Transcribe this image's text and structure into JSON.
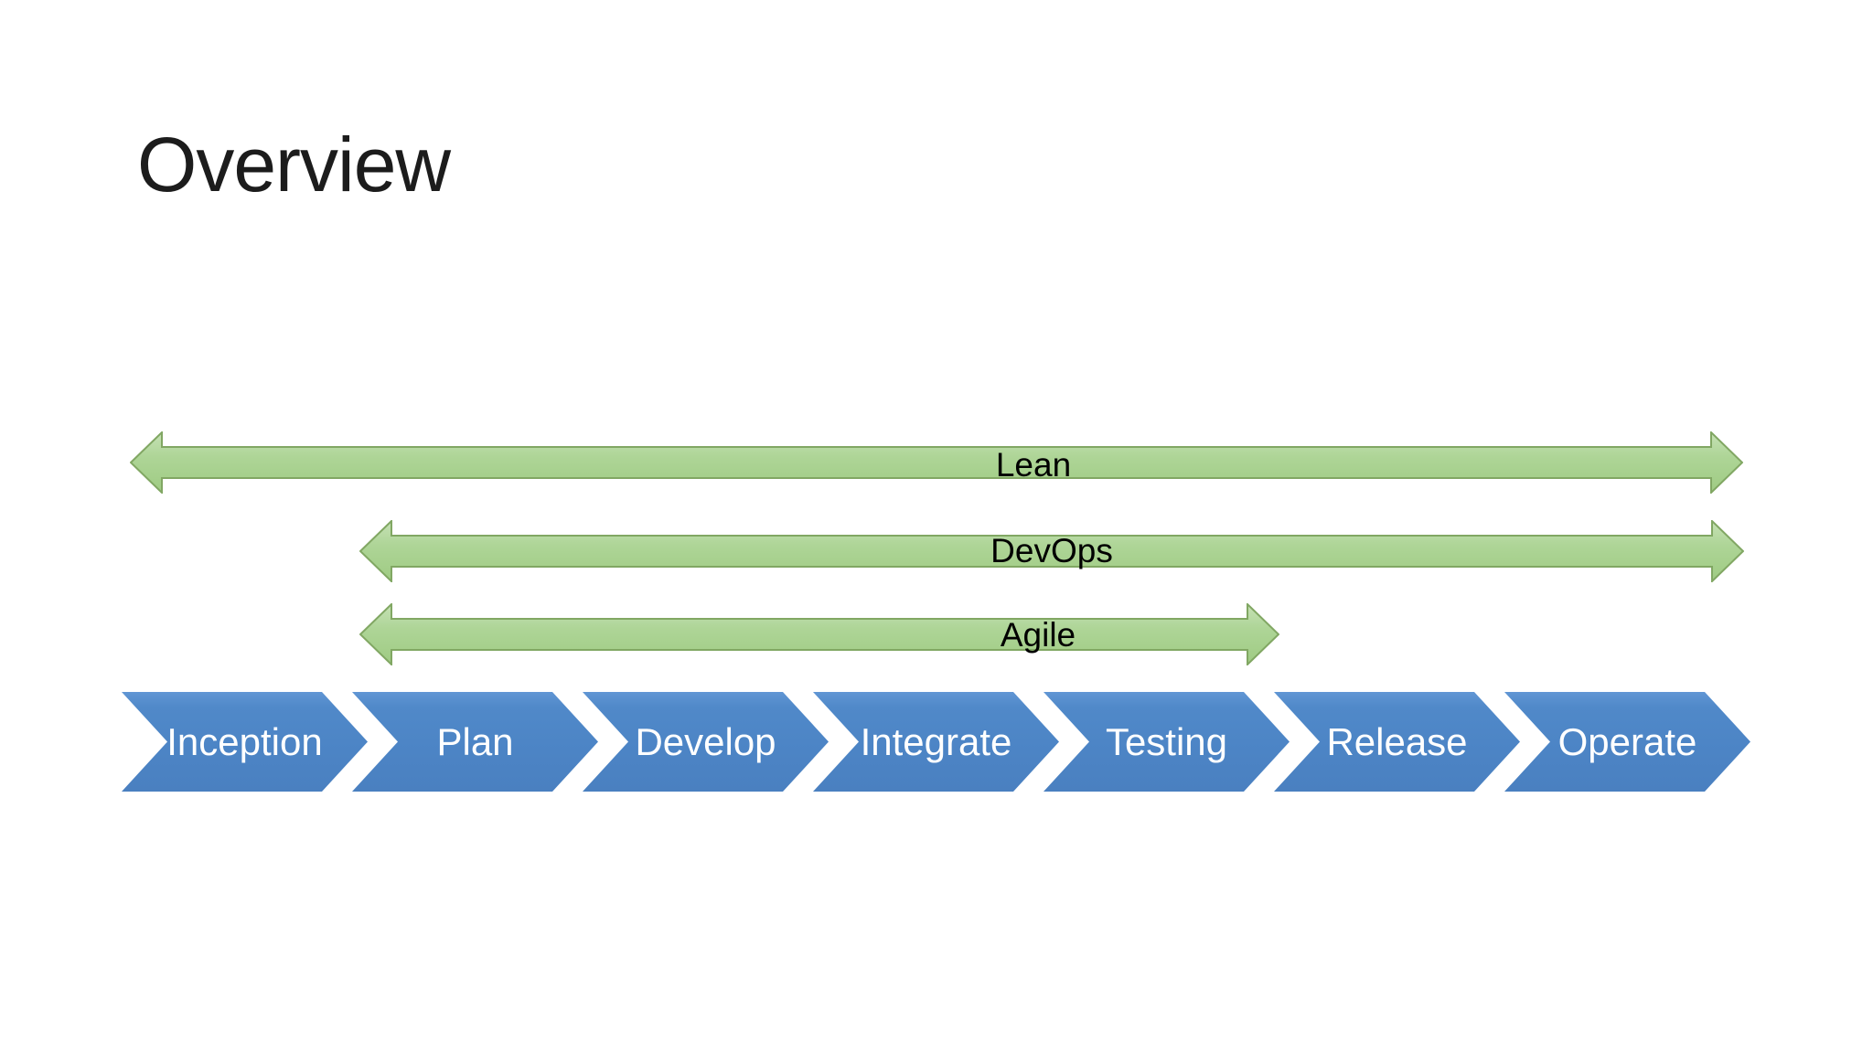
{
  "title": "Overview",
  "colors": {
    "background": "#ffffff",
    "title_text": "#1c1c1c",
    "method_arrow_fill": "#abd293",
    "method_arrow_fill_light": "#c6e1b5",
    "method_arrow_stroke": "#81a763",
    "method_label_text": "#000000",
    "stage_chevron_fill": "#4f87c8",
    "stage_label_text": "#ffffff"
  },
  "methodologies": [
    {
      "label": "Lean",
      "from_stage": "Inception",
      "to_stage": "Operate"
    },
    {
      "label": "DevOps",
      "from_stage": "Plan",
      "to_stage": "Operate"
    },
    {
      "label": "Agile",
      "from_stage": "Plan",
      "to_stage": "Testing"
    }
  ],
  "stages": [
    {
      "label": "Inception"
    },
    {
      "label": "Plan"
    },
    {
      "label": "Develop"
    },
    {
      "label": "Integrate"
    },
    {
      "label": "Testing"
    },
    {
      "label": "Release"
    },
    {
      "label": "Operate"
    }
  ]
}
